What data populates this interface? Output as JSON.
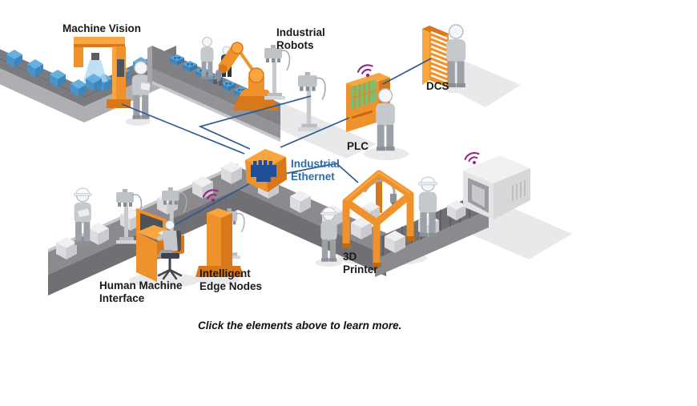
{
  "caption": "Click the elements above to learn more.",
  "hub": {
    "label": [
      "Industrial",
      "Ethernet"
    ]
  },
  "stations": {
    "machine_vision": {
      "label": [
        "Machine Vision"
      ]
    },
    "industrial_robots": {
      "label": [
        "Industrial",
        "Robots"
      ]
    },
    "dcs": {
      "label": [
        "DCS"
      ]
    },
    "plc": {
      "label": [
        "PLC"
      ]
    },
    "printer_3d": {
      "label": [
        "3D",
        "Printer"
      ]
    },
    "edge_nodes": {
      "label": [
        "Intelligent",
        "Edge Nodes"
      ]
    },
    "hmi": {
      "label": [
        "Human Machine",
        "Interface"
      ]
    }
  },
  "colors": {
    "equipment_orange": "#F0922B",
    "network_line_blue": "#2E5B8C",
    "ethernet_label_blue": "#2E6CA8",
    "wifi_purple": "#8E2C86",
    "label_text": "#1A1A1A",
    "conveyor_gray": "#7A7A7F",
    "item_blue": "#66AFE0"
  }
}
